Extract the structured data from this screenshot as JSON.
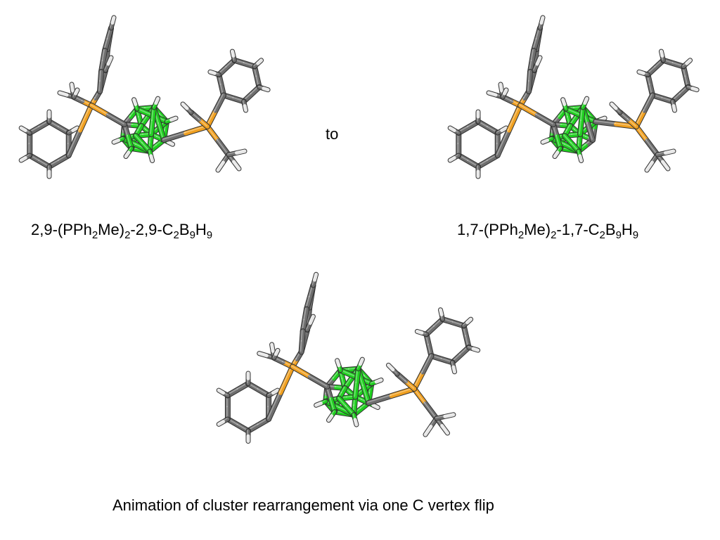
{
  "connector": "to",
  "molecules": [
    {
      "id": "left",
      "label": {
        "parts": [
          "2,9-(PPh",
          "2",
          "Me)",
          "2",
          "-2,9-C",
          "2",
          "B",
          "9",
          "H",
          "9"
        ]
      }
    },
    {
      "id": "right",
      "label": {
        "parts": [
          "1,7-(PPh",
          "2",
          "Me)",
          "2",
          "-1,7-C",
          "2",
          "B",
          "9",
          "H",
          "9"
        ]
      }
    },
    {
      "id": "bottom"
    }
  ],
  "caption": "Animation of cluster rearrangement via one C vertex flip",
  "colors": {
    "carbon": "#6e6e6e",
    "boron": "#1fcf1f",
    "phosphorus": "#f0a020",
    "hydrogen": "#e6e6e6",
    "background": "#ffffff"
  }
}
